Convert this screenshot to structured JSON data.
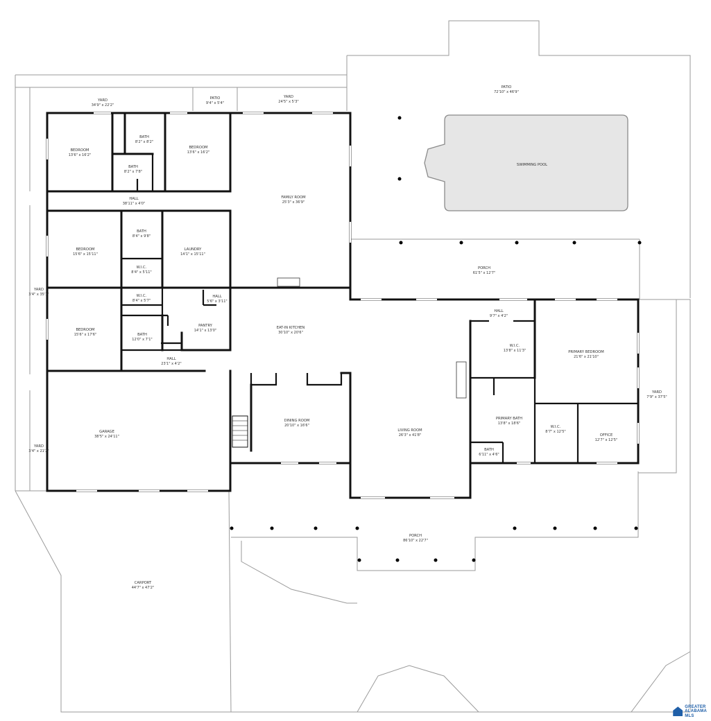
{
  "rooms": [
    {
      "key": "yard_top_left",
      "label": "YARD",
      "dim": "34'9\" x 22'2\""
    },
    {
      "key": "patio_small",
      "label": "PATIO",
      "dim": "9'4\" x 5'4\""
    },
    {
      "key": "yard_top_mid",
      "label": "YARD",
      "dim": "24'5\" x 5'3\""
    },
    {
      "key": "patio_big",
      "label": "PATIO",
      "dim": "72'10\" x 46'9\""
    },
    {
      "key": "pool",
      "label": "SWIMMING POOL",
      "dim": ""
    },
    {
      "key": "bedroom1",
      "label": "BEDROOM",
      "dim": "13'6\" x 16'2\""
    },
    {
      "key": "bath1",
      "label": "BATH",
      "dim": "8'2\" x 8'2\""
    },
    {
      "key": "bath2",
      "label": "BATH",
      "dim": "8'2\" x 7'8\""
    },
    {
      "key": "bedroom2",
      "label": "BEDROOM",
      "dim": "13'6\" x 16'2\""
    },
    {
      "key": "family",
      "label": "FAMILY ROOM",
      "dim": "25'3\" x 36'9\""
    },
    {
      "key": "hall1",
      "label": "HALL",
      "dim": "38'11\" x 4'0\""
    },
    {
      "key": "bedroom3",
      "label": "BEDROOM",
      "dim": "15'6\" x 15'11\""
    },
    {
      "key": "bath3",
      "label": "BATH",
      "dim": "8'4\" x 9'8\""
    },
    {
      "key": "wic1",
      "label": "W.I.C.",
      "dim": "8'4\" x 5'11\""
    },
    {
      "key": "laundry",
      "label": "LAUNDRY",
      "dim": "14'1\" x 15'11\""
    },
    {
      "key": "porch_rear",
      "label": "PORCH",
      "dim": "61'5\" x 12'7\""
    },
    {
      "key": "yard_left",
      "label": "YARD",
      "dim": "3'4\" x 35'1\""
    },
    {
      "key": "wic2",
      "label": "W.I.C.",
      "dim": "8'4\" x 5'7\""
    },
    {
      "key": "hall2",
      "label": "HALL",
      "dim": "5'6\" x 3'11\""
    },
    {
      "key": "bedroom4",
      "label": "BEDROOM",
      "dim": "15'6\" x 17'6\""
    },
    {
      "key": "bath4",
      "label": "BATH",
      "dim": "12'0\" x 7'1\""
    },
    {
      "key": "pantry",
      "label": "PANTRY",
      "dim": "14'1\" x 13'0\""
    },
    {
      "key": "kitchen",
      "label": "EAT-IN KITCHEN",
      "dim": "30'10\" x 20'6\""
    },
    {
      "key": "hall3",
      "label": "HALL",
      "dim": "23'1\" x 4'2\""
    },
    {
      "key": "hall4",
      "label": "HALL",
      "dim": "9'7\" x 4'2\""
    },
    {
      "key": "wic3",
      "label": "W.I.C.",
      "dim": "13'8\" x 11'3\""
    },
    {
      "key": "primary_bed",
      "label": "PRIMARY BEDROOM",
      "dim": "21'6\" x 21'10\""
    },
    {
      "key": "yard_right",
      "label": "YARD",
      "dim": "7'9\" x 37'5\""
    },
    {
      "key": "garage",
      "label": "GARAGE",
      "dim": "38'5\" x 24'11\""
    },
    {
      "key": "yard_left2",
      "label": "YARD",
      "dim": "3'4\" x 21'2\""
    },
    {
      "key": "dining",
      "label": "DINING ROOM",
      "dim": "20'10\" x 16'6\""
    },
    {
      "key": "living",
      "label": "LIVING ROOM",
      "dim": "26'3\" x 41'8\""
    },
    {
      "key": "primary_bath",
      "label": "PRIMARY BATH",
      "dim": "13'8\" x 18'6\""
    },
    {
      "key": "wic4",
      "label": "W.I.C.",
      "dim": "8'7\" x 12'5\""
    },
    {
      "key": "office",
      "label": "OFFICE",
      "dim": "12'7\" x 12'5\""
    },
    {
      "key": "bath5",
      "label": "BATH",
      "dim": "6'11\" x 4'6\""
    },
    {
      "key": "porch_front",
      "label": "PORCH",
      "dim": "86'10\" x 22'7\""
    },
    {
      "key": "carport",
      "label": "CARPORT",
      "dim": "44'7\" x 47'2\""
    }
  ],
  "branding": {
    "line1": "GREATER",
    "line2": "ALABAMA",
    "line3": "MLS",
    "color": "#1f5fa8"
  }
}
